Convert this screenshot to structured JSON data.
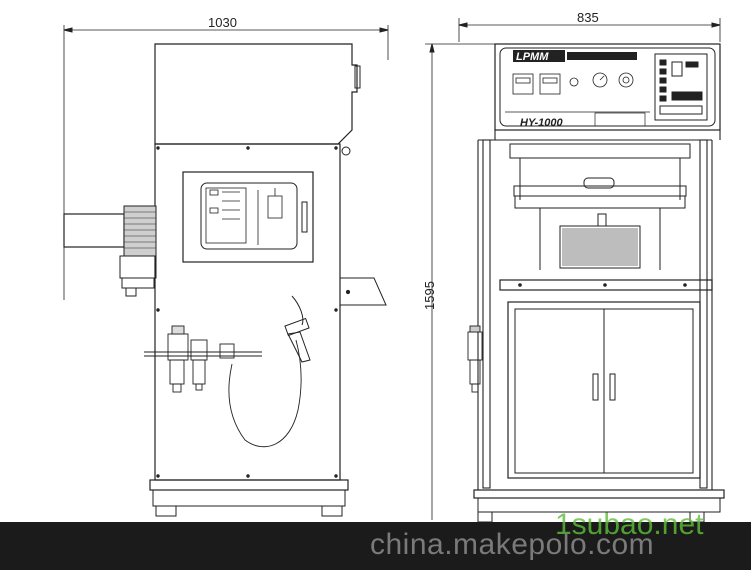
{
  "dimensions": {
    "side_width": "1030",
    "front_width": "835",
    "height": "1595"
  },
  "panel": {
    "brand": "LPMM",
    "model": "HY-1000"
  },
  "footer": {
    "site": "china.makepolo.com",
    "watermark": "1subao.net"
  },
  "colors": {
    "line": "#222222",
    "footer_bg": "#1b1b1b",
    "footer_text": "#7a7a7a",
    "watermark": "#5fbf3a"
  }
}
